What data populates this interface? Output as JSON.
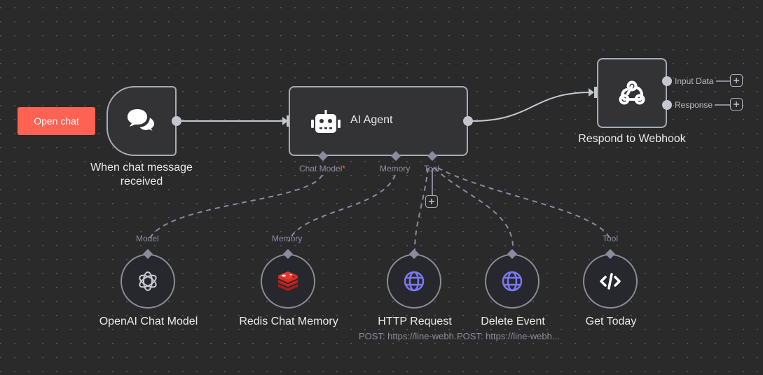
{
  "trigger_button": {
    "label": "Open chat",
    "color": "#ff6152"
  },
  "nodes": {
    "chat_trigger": {
      "label_line1": "When chat message",
      "label_line2": "received",
      "icon": "chat-bubbles-icon"
    },
    "ai_agent": {
      "label": "AI Agent",
      "icon": "robot-icon",
      "ports": {
        "chat_model": "Chat Model",
        "chat_model_required": "*",
        "memory": "Memory",
        "tool": "Tool"
      }
    },
    "respond_webhook": {
      "label": "Respond to Webhook",
      "icon": "webhook-icon",
      "outputs": [
        "Input Data",
        "Response"
      ]
    },
    "openai_chat_model": {
      "label": "OpenAI Chat Model",
      "port_label": "Model",
      "icon": "openai-icon"
    },
    "redis_chat_memory": {
      "label": "Redis Chat Memory",
      "port_label": "Memory",
      "icon": "redis-icon"
    },
    "http_request": {
      "label": "HTTP Request",
      "subtitle": "POST: https://line-webh...",
      "icon": "globe-icon"
    },
    "delete_event": {
      "label": "Delete Event",
      "subtitle": "POST: https://line-webh...",
      "icon": "globe-icon"
    },
    "get_today": {
      "label": "Get Today",
      "port_label": "Tool",
      "icon": "code-icon"
    }
  },
  "colors": {
    "background": "#2a2a2a",
    "node_fill": "#333336",
    "node_border": "#a8acb6",
    "port_label": "#8e8ea4",
    "globe_accent": "#7b79ef",
    "redis_red": "#d92a22",
    "required_marker": "#ff5b5b"
  }
}
